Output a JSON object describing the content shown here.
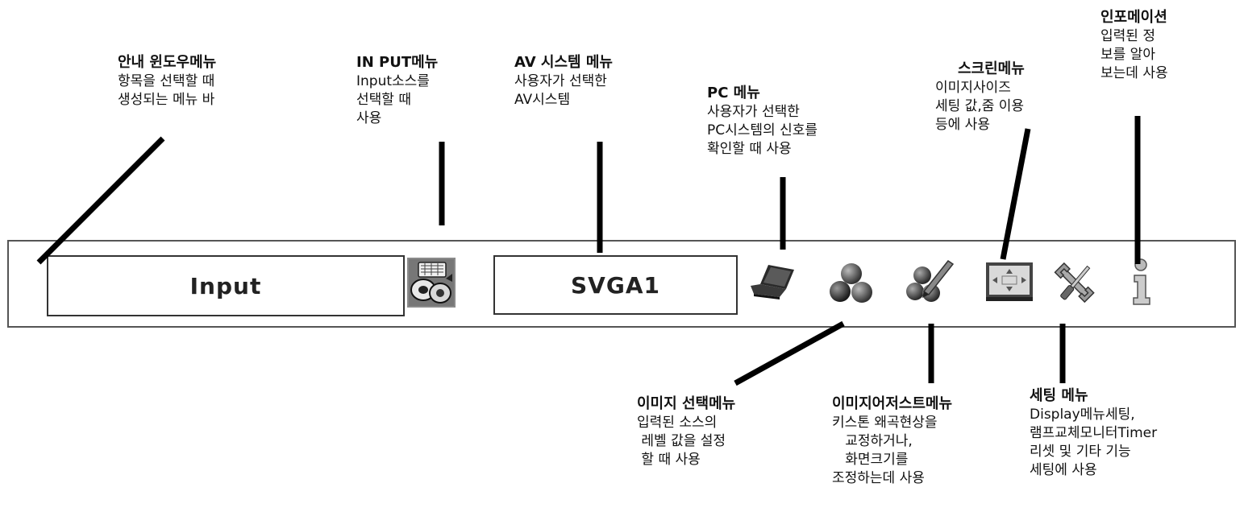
{
  "menubar": {
    "input_field": "Input",
    "system_field": "SVGA1"
  },
  "icons": [
    {
      "name": "input-menu-icon"
    },
    {
      "name": "pc-laptop-icon"
    },
    {
      "name": "image-select-icon"
    },
    {
      "name": "image-adjust-icon"
    },
    {
      "name": "screen-icon"
    },
    {
      "name": "setting-tools-icon"
    },
    {
      "name": "information-icon"
    }
  ],
  "callouts": {
    "guide": {
      "title": "안내 윈도우메뉴",
      "desc": "항목을 선택할 때\n생성되는 메뉴 바"
    },
    "input": {
      "title": "IN PUT메뉴",
      "desc": "Input소스를\n선택할 때\n사용"
    },
    "av": {
      "title": "AV 시스템 메뉴",
      "desc": "사용자가 선택한\nAV시스템"
    },
    "pc": {
      "title": "PC 메뉴",
      "desc": "사용자가 선택한\nPC시스템의 신호를\n확인할 때 사용"
    },
    "screen": {
      "title": "스크린메뉴",
      "desc": "이미지사이즈\n세팅 값,줌 이용\n등에 사용"
    },
    "info": {
      "title": "인포메이션",
      "desc": "입력된 정\n보를 알아\n보는데 사용"
    },
    "image_select": {
      "title": "이미지 선택메뉴",
      "desc": "입력된 소스의\n 레벨 값을 설정\n 할 때 사용"
    },
    "image_adjust": {
      "title": "이미지어저스트메뉴",
      "desc": "키스톤 왜곡현상을\n   교정하거나,\n   화면크기를\n조정하는데 사용"
    },
    "setting": {
      "title": "세팅 메뉴",
      "desc": "Display메뉴세팅,\n램프교체모니터Timer\n리셋 및 기타 기능\n세팅에 사용"
    }
  }
}
